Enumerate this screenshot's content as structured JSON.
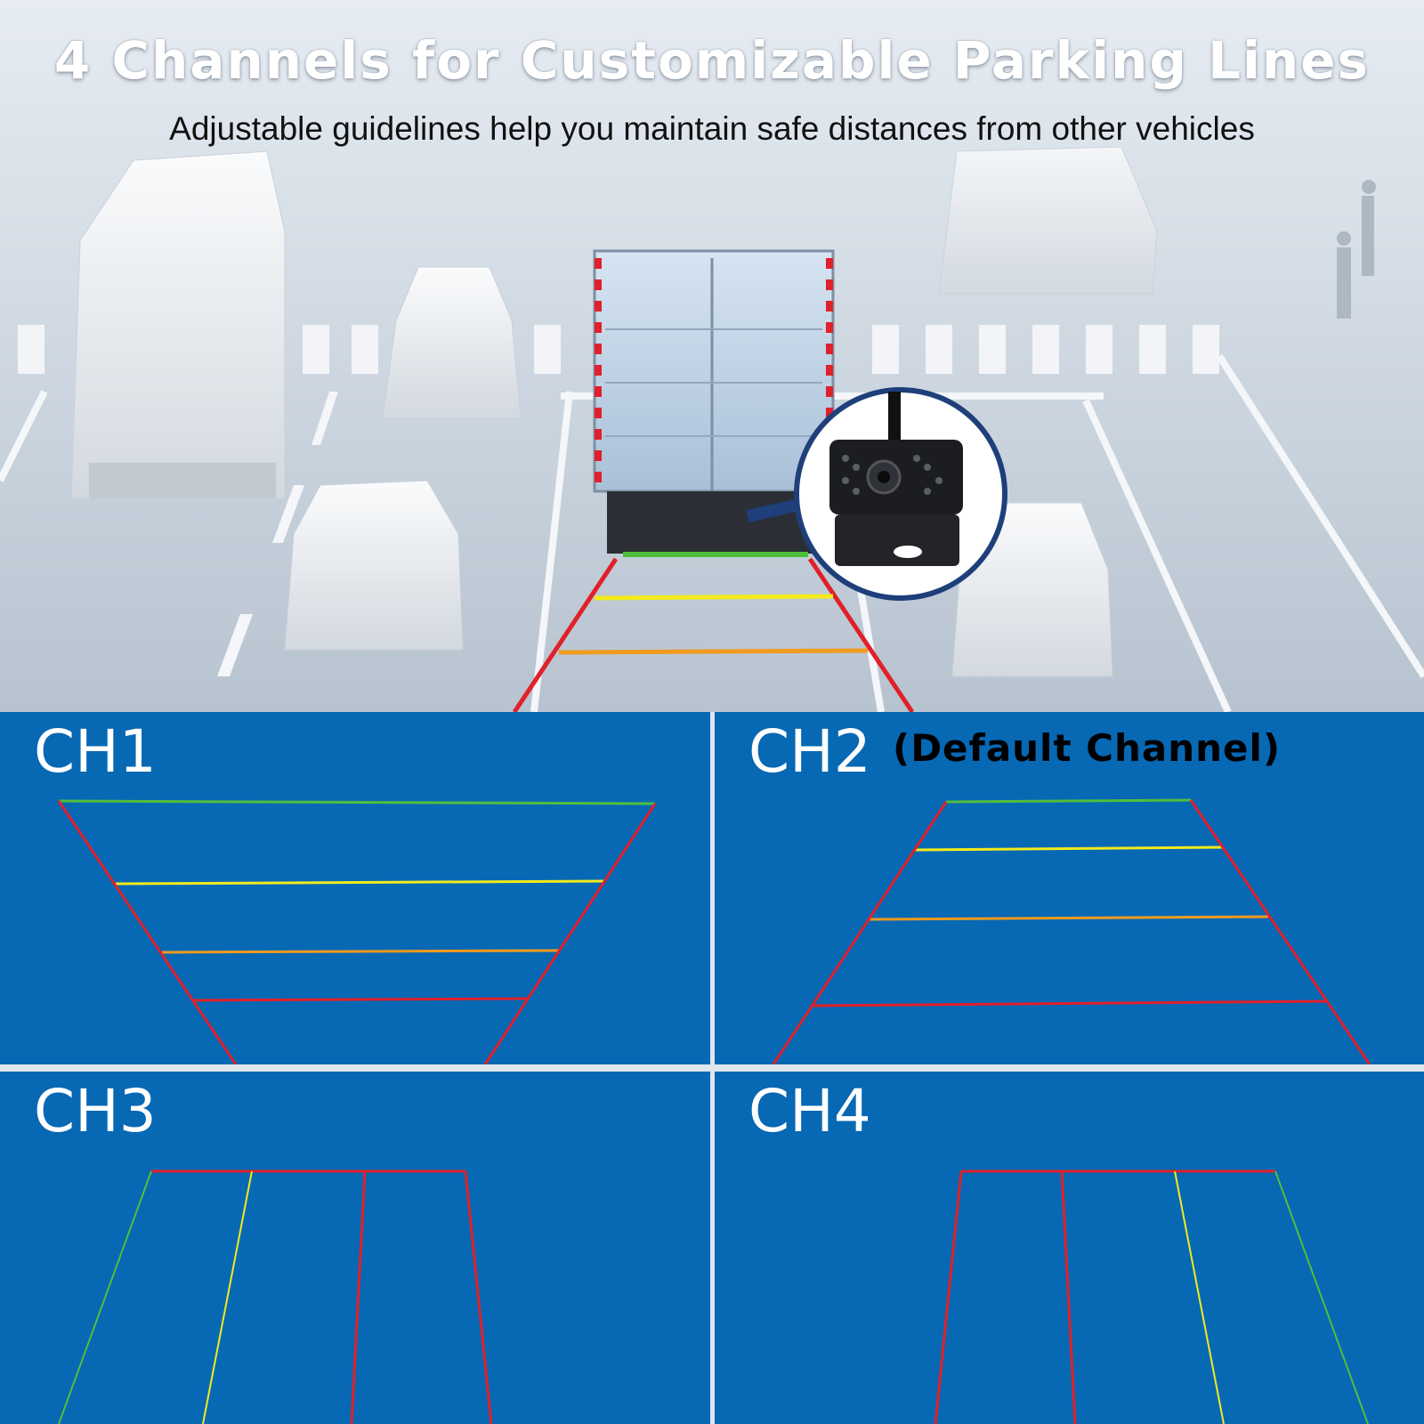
{
  "header": {
    "title": "4 Channels for Customizable Parking Lines",
    "subtitle": "Adjustable guidelines help you maintain safe distances from other vehicles"
  },
  "colors": {
    "panel_background": "#0768b4",
    "line_green": "#4fbe3c",
    "line_yellow": "#f2ea1c",
    "line_orange": "#f09a1e",
    "line_red": "#e0202a",
    "camera_ring": "#1e3f7a"
  },
  "illustration": {
    "icons": [
      "box-truck-icon",
      "car-icon",
      "van-icon",
      "pedestrian-icon",
      "backup-camera-icon"
    ]
  },
  "channels": [
    {
      "label": "CH1",
      "note": ""
    },
    {
      "label": "CH2",
      "note": "(Default Channel)"
    },
    {
      "label": "CH3",
      "note": ""
    },
    {
      "label": "CH4",
      "note": ""
    }
  ]
}
